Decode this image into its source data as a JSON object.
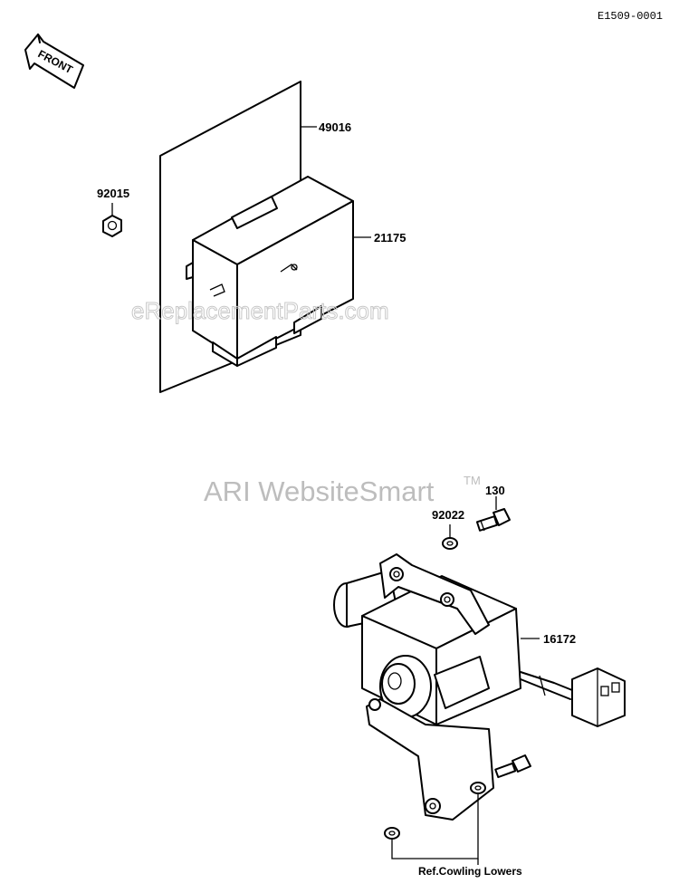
{
  "diagram": {
    "code": "E1509-0001",
    "front_label": "FRONT",
    "watermarks": {
      "ereplacement": "eReplacementParts.com",
      "ari": "ARI WebsiteSmart",
      "tm": "TM"
    },
    "parts": {
      "p49016": "49016",
      "p92015": "92015",
      "p21175": "21175",
      "p130": "130",
      "p92022": "92022",
      "p16172": "16172"
    },
    "reference_note": "Ref.Cowling Lowers"
  }
}
